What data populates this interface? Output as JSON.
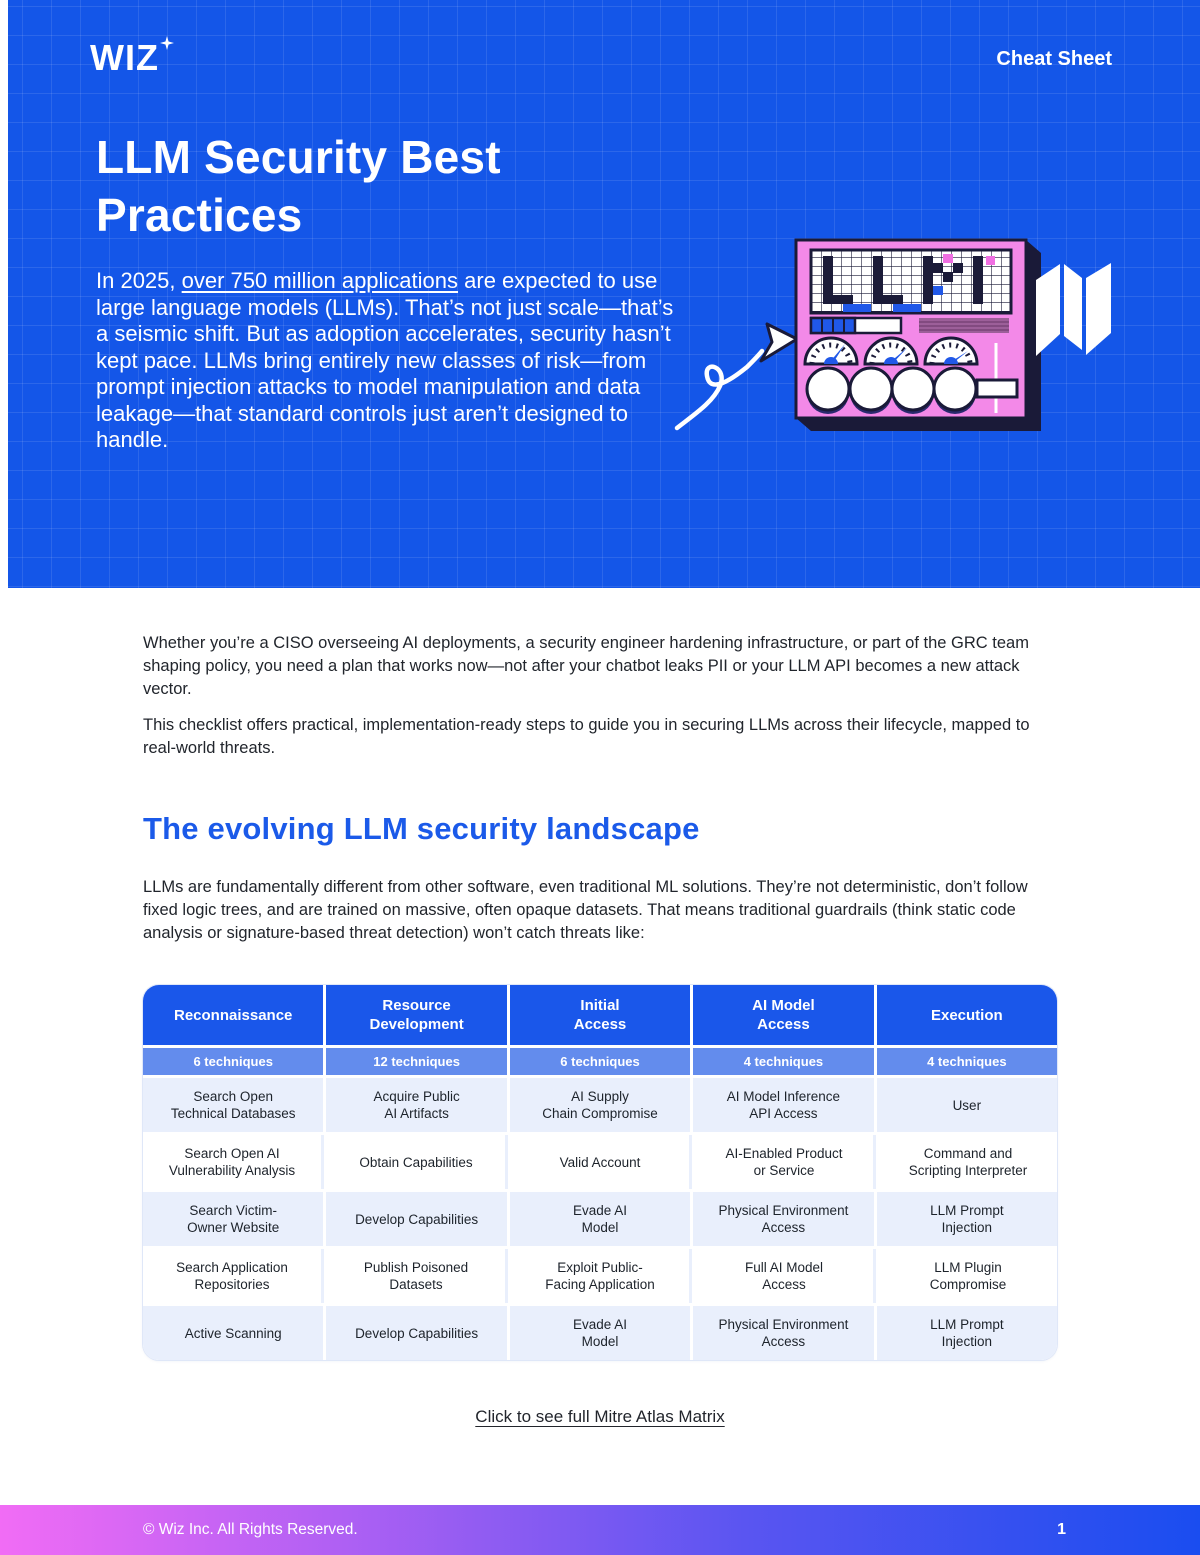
{
  "header": {
    "logo_text": "WIZ",
    "badge": "Cheat Sheet",
    "title": "LLM Security Best\nPractices",
    "intro_prefix": "In 2025, ",
    "intro_link": "over 750 million applications",
    "intro_suffix": " are expected to use large language models (LLMs). That’s not just scale—that’s a seismic shift. But as adoption accelerates, security hasn’t kept pace. LLMs bring entirely new classes of risk—from prompt injection attacks to model manipulation and data leakage—that standard controls just aren’t designed to handle."
  },
  "body": {
    "para1": "Whether you’re a CISO overseeing AI deployments, a security engineer hardening infrastructure, or part of the GRC team shaping policy, you need a plan that works now—not after your chatbot leaks PII or your LLM API becomes a new attack vector.",
    "para2": "This checklist offers practical, implementation-ready steps to guide you in securing LLMs across their lifecycle, mapped to real-world threats.",
    "section_heading": "The evolving LLM security landscape",
    "para3": "LLMs are fundamentally different from other software, even traditional ML solutions. They’re not deterministic, don’t follow fixed logic trees, and are trained on massive, often opaque datasets. That means traditional guardrails (think static code analysis or signature-based threat detection) won’t catch threats like:",
    "matrix_link": "Click to see full Mitre Atlas Matrix"
  },
  "table": {
    "columns": [
      {
        "header": "Reconnaissance",
        "techniques": "6 techniques",
        "cells": [
          "Search Open\nTechnical Databases",
          "Search Open AI\nVulnerability Analysis",
          "Search Victim-\nOwner Website",
          "Search Application\nRepositories",
          "Active Scanning"
        ]
      },
      {
        "header": "Resource\nDevelopment",
        "techniques": "12 techniques",
        "cells": [
          "Acquire Public\nAI Artifacts",
          "Obtain Capabilities",
          "Develop Capabilities",
          "Publish Poisoned\nDatasets",
          "Develop Capabilities"
        ]
      },
      {
        "header": "Initial\nAccess",
        "techniques": "6 techniques",
        "cells": [
          "AI Supply\nChain Compromise",
          "Valid Account",
          "Evade AI\nModel",
          "Exploit Public-\nFacing Application",
          "Evade AI\nModel"
        ]
      },
      {
        "header": "AI Model\nAccess",
        "techniques": "4 techniques",
        "cells": [
          "AI Model Inference\nAPI Access",
          "AI-Enabled Product\nor Service",
          "Physical Environment\nAccess",
          "Full AI Model\nAccess",
          "Physical Environment\nAccess"
        ]
      },
      {
        "header": "Execution",
        "techniques": "4 techniques",
        "cells": [
          "User",
          "Command and\nScripting Interpreter",
          "LLM Prompt\nInjection",
          "LLM Plugin\nCompromise",
          "LLM Prompt\nInjection"
        ]
      }
    ]
  },
  "footer": {
    "copyright": "© Wiz Inc. All Rights Reserved.",
    "page_number": "1"
  },
  "colors": {
    "hero_blue": "#1456e8",
    "heading_blue": "#1b5ae9",
    "table_header_blue": "#1a57ea",
    "table_subheader_blue": "#638ced",
    "table_row_light": "#e9effc",
    "footer_gradient_start": "#f16cf5",
    "footer_gradient_end": "#1a4df0",
    "illustration_pink": "#f389e8"
  }
}
